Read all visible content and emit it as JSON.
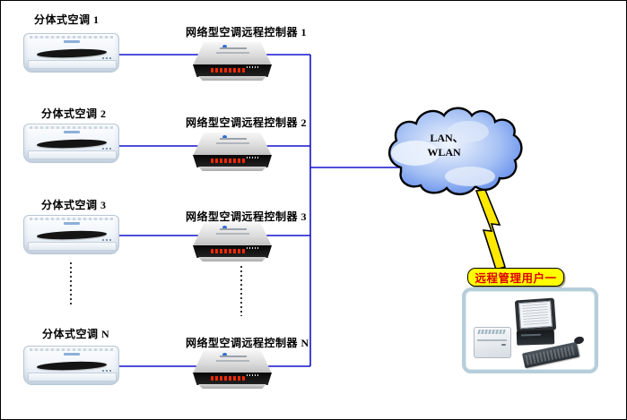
{
  "rows": [
    {
      "ac_label": "分体式空调 1",
      "controller_label": "网络型空调远程控制器 1"
    },
    {
      "ac_label": "分体式空调 2",
      "controller_label": "网络型空调远程控制器 2"
    },
    {
      "ac_label": "分体式空调 3",
      "controller_label": "网络型空调远程控制器 3"
    },
    {
      "ac_label": "分体式空调 N",
      "controller_label": "网络型空调远程控制器 N"
    }
  ],
  "cloud": {
    "label_line1": "LAN、",
    "label_line2": "WLAN"
  },
  "remote_user": {
    "label": "远程管理用户一"
  },
  "colors": {
    "connector_line": "#1414cf",
    "cloud_fill": "#4f7de8",
    "cloud_highlight": "#eef4fd",
    "lightning_fill": "#ffe800",
    "user_label_bg": "#ffff00",
    "user_label_text": "#dd0000",
    "controller_led": "#ff2800"
  }
}
